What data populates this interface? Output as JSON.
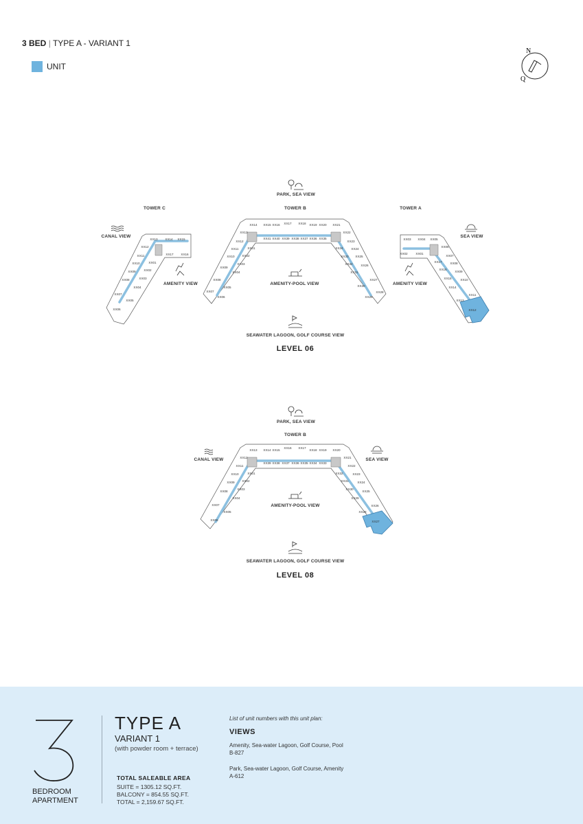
{
  "header": {
    "bed": "3 BED",
    "separator": "|",
    "type": "TYPE A - VARIANT 1"
  },
  "legend": {
    "label": "UNIT",
    "color": "#6fb3de"
  },
  "compass": {
    "north": "N",
    "other": "Q"
  },
  "colors": {
    "unit_highlight": "#6fb3de",
    "corridor": "#cfe6f5",
    "core": "#c8c8c8",
    "panel_bg": "#dcedf9"
  },
  "level_06": {
    "title": "LEVEL 06",
    "top_view": "PARK, SEA VIEW",
    "bottom_view": "SEAWATER LAGOON, GOLF COURSE VIEW",
    "canal_view": "CANAL VIEW",
    "sea_view": "SEA VIEW",
    "amenity_view_left": "AMENITY VIEW",
    "amenity_view_right": "AMENITY VIEW",
    "amenity_pool_view": "AMENITY-POOL VIEW",
    "tower_c": {
      "name": "TOWER C",
      "units": [
        "XX13",
        "XX14",
        "XX15",
        "XX17",
        "XX16",
        "XX12",
        "XX11",
        "XX10",
        "XX09",
        "XX08",
        "XX07",
        "XX06",
        "XX01",
        "XX02",
        "XX03",
        "XX04",
        "XX05"
      ]
    },
    "tower_b": {
      "name": "TOWER B",
      "units": [
        "XX14",
        "XX15",
        "XX16",
        "XX17",
        "XX18",
        "XX19",
        "XX20",
        "XX21",
        "XX41",
        "XX40",
        "XX39",
        "XX38",
        "XX37",
        "XX36",
        "XX35",
        "XX13",
        "XX12",
        "XX11",
        "XX10",
        "XX09",
        "XX08",
        "XX07",
        "XX01",
        "XX02",
        "XX03",
        "XX04",
        "XX05",
        "XX06",
        "XX22",
        "XX23",
        "XX24",
        "XX25",
        "XX26",
        "XX27",
        "XX28",
        "XX34",
        "XX33",
        "XX32",
        "XX31",
        "XX30",
        "XX29"
      ]
    },
    "tower_a": {
      "name": "TOWER A",
      "units": [
        "XX03",
        "XX04",
        "XX05",
        "XX02",
        "XX01",
        "XX06",
        "XX07",
        "XX08",
        "XX09",
        "XX10",
        "XX11",
        "XX12",
        "XX17",
        "XX16",
        "XX15",
        "XX14",
        "XX13"
      ],
      "highlighted_unit": "XX12"
    }
  },
  "level_08": {
    "title": "LEVEL 08",
    "top_view": "PARK, SEA VIEW",
    "bottom_view": "SEAWATER LAGOON, GOLF COURSE VIEW",
    "canal_view": "CANAL VIEW",
    "sea_view": "SEA VIEW",
    "amenity_pool_view": "AMENITY-POOL VIEW",
    "tower_b": {
      "name": "TOWER B",
      "units": [
        "XX13",
        "XX14",
        "XX15",
        "XX16",
        "XX17",
        "XX18",
        "XX19",
        "XX20",
        "XX39",
        "XX38",
        "XX37",
        "XX36",
        "XX35",
        "XX34",
        "XX33",
        "XX12",
        "XX11",
        "XX10",
        "XX09",
        "XX08",
        "XX07",
        "XX06",
        "XX01",
        "XX02",
        "XX03",
        "XX04",
        "XX05",
        "XX21",
        "XX22",
        "XX23",
        "XX24",
        "XX25",
        "XX26",
        "XX27",
        "XX32",
        "XX31",
        "XX30",
        "XX29",
        "XX28"
      ],
      "highlighted_unit": "XX27"
    }
  },
  "summary": {
    "number": "3",
    "bedroom_line1": "BEDROOM",
    "bedroom_line2": "APARTMENT",
    "type": "TYPE A",
    "variant": "VARIANT 1",
    "note": "(with powder room + terrace)",
    "area_title": "TOTAL SALEABLE AREA",
    "suite": "SUITE = 1305.12 SQ.FT.",
    "balcony": "BALCONY = 854.55 SQ.FT.",
    "total": "TOTAL = 2,159.67 SQ.FT.",
    "list_intro": "List of unit numbers with this unit plan:",
    "views_title": "VIEWS",
    "views": [
      {
        "desc": "Amenity, Sea-water Lagoon, Golf Course, Pool",
        "units": "B-827"
      },
      {
        "desc": "Park, Sea-water Lagoon, Golf Course, Amenity",
        "units": "A-612"
      }
    ]
  }
}
